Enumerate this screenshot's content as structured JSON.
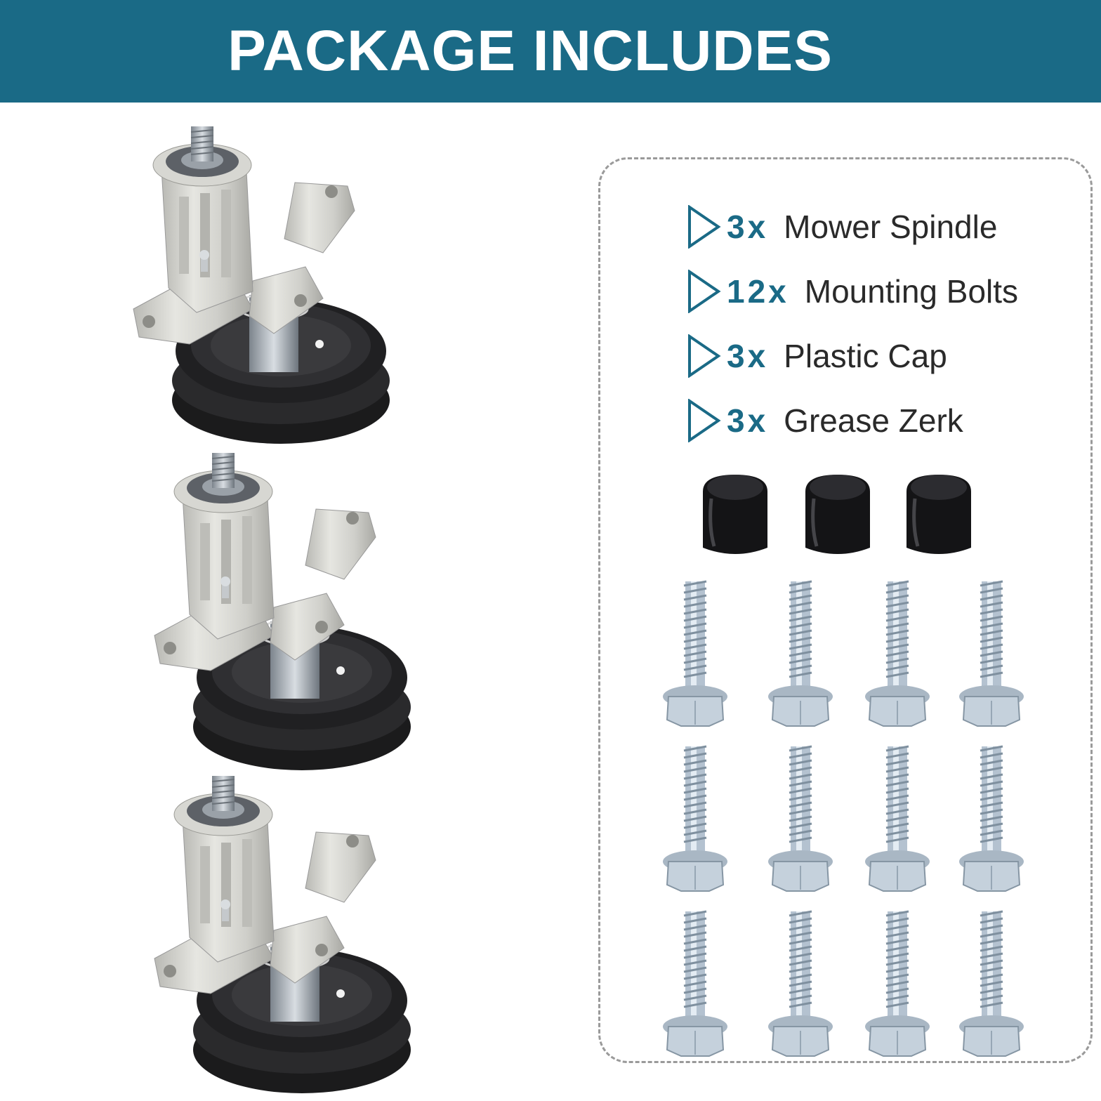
{
  "banner": {
    "title": "PACKAGE INCLUDES",
    "color": "#1a6a86"
  },
  "accent_color": "#1a6a86",
  "items": [
    {
      "qty": "3x",
      "name": "Mower Spindle",
      "icon": "play-outline-icon"
    },
    {
      "qty": "12x",
      "name": "Mounting Bolts",
      "icon": "play-outline-icon"
    },
    {
      "qty": "3x",
      "name": "Plastic Cap",
      "icon": "play-outline-icon"
    },
    {
      "qty": "3x",
      "name": "Grease Zerk",
      "icon": "play-outline-icon"
    }
  ],
  "illustrations": {
    "spindle_count": 3,
    "cap_count": 3,
    "bolt_count": 12
  }
}
